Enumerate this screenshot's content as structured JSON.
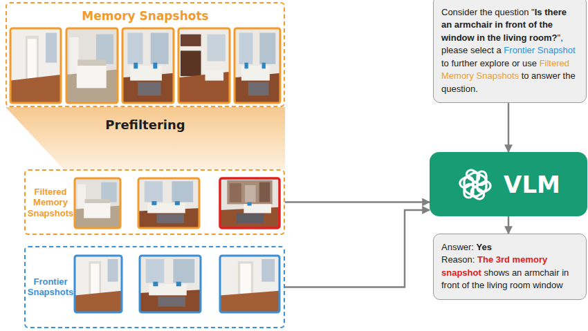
{
  "diagram": {
    "nodes": [
      {
        "text": [
          "Memory Snapshots"
        ]
      },
      {
        "text": [
          "Prefiltering"
        ]
      },
      {
        "text": [
          "Filtered Memory Snapshots"
        ]
      },
      {
        "text": [
          "Frontier Snapshots"
        ]
      },
      {
        "text": [
          "Consider the question \"",
          "Is there an armchair in front of the window in the living room?",
          "\", please select a",
          "Frontier Snapshot",
          "to further explore or use",
          "Filtered Memory Snapshots",
          "to answer the question."
        ]
      },
      {
        "text": [
          "VLM"
        ]
      },
      {
        "text": [
          "Answer:",
          "Yes",
          "Reason:",
          "The 3rd memory snapshot",
          "shows an armchair in front of the living room window"
        ]
      }
    ],
    "edges": [
      {
        "from": 4,
        "to": 5,
        "arrow": "to"
      },
      {
        "from": 2,
        "to": 5,
        "arrow": "to"
      },
      {
        "from": 3,
        "to": 5,
        "arrow": "to"
      },
      {
        "from": 5,
        "to": 6,
        "arrow": "to"
      }
    ]
  }
}
